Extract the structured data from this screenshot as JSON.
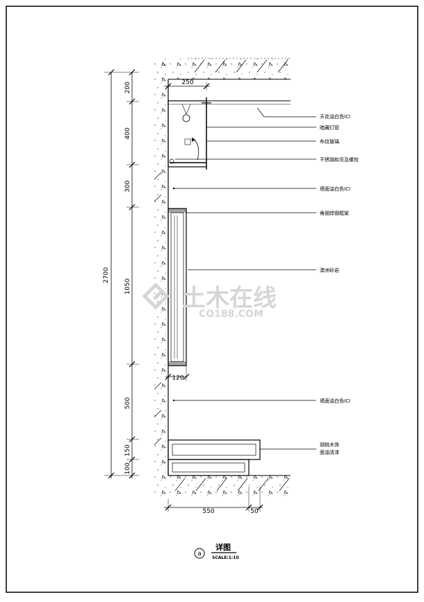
{
  "dimensions_vertical": {
    "total": "2700",
    "segments": [
      "200",
      "400",
      "300",
      "1050",
      "500",
      "150",
      "100"
    ]
  },
  "dimensions_horizontal": {
    "top_width": "250",
    "base_offset": "120",
    "bottom_width": "550",
    "bottom_small": "50"
  },
  "annotations": [
    "天花油白色ICI",
    "暗藏灯管",
    "布纹玻璃",
    "不锈钢和页及螺栓",
    "墙面油白色ICI",
    "角钢焊钢框架",
    "澳洲砂岩",
    "墙面油白色ICI",
    "胡桃木饰",
    "面油清漆"
  ],
  "title": {
    "marker": "a",
    "name": "详图",
    "scale": "SCALE:1:10"
  },
  "watermark": {
    "main": "土木在线",
    "sub": "CO188.COM"
  }
}
